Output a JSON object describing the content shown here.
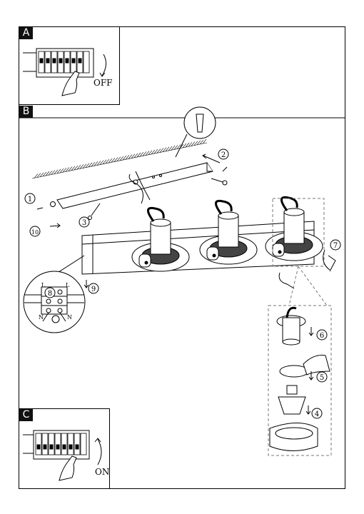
{
  "panels": {
    "a": {
      "letter": "A",
      "caption": "OFF"
    },
    "b": {
      "letter": "B"
    },
    "c": {
      "letter": "C",
      "caption": "ON"
    }
  },
  "steps": [
    "1",
    "2",
    "3",
    "4",
    "5",
    "6",
    "7",
    "8",
    "9",
    "10"
  ],
  "wiring": {
    "left_top": "L",
    "right_top": "L",
    "left_bottom": "N",
    "right_bottom": "N"
  }
}
